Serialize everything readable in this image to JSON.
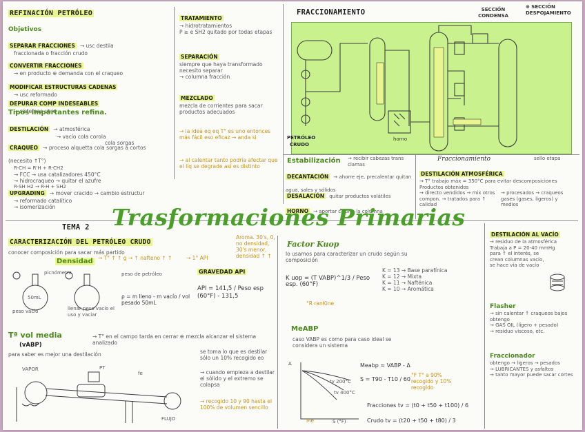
{
  "left_top": {
    "s1_title": "REFINACIÓN PETRÓLEO",
    "objetivos": "Objetivos",
    "obj1": "SEPARAR FRACCIONES",
    "obj1_note": "→ usc destila",
    "obj1_sub": "fraccionada o fracción crudo",
    "obj2": "CONVERTIR FRACCIONES",
    "obj2_sub": "→ en producto ⊕ demanda con el craqueo",
    "obj3": "MODIFICAR ESTRUCTURAS CADENAS",
    "obj3_sub": "→ usc reformado",
    "obj4": "DEPURAR COMP INDESEABLES",
    "obj4_sub": "→ sistemas ubre",
    "tipos": "Tipos importantes refina.",
    "dest": "DESTILACIÓN",
    "dest_a": "→ atmosférica",
    "dest_b": "→ vacío",
    "dest_c": "cola corola",
    "dest_d": "cola sorgas",
    "craq": "CRAQUEO",
    "craq_a": "→ proceso alquetta cola sorgas a cortos (necesito ↑T°)",
    "craq_b": "R-CH = R'H + R-CH2",
    "craq_c": "→ FCC → usa catalizadores 450°C",
    "craq_d": "→ hidrocraqueo → quitar el azufre",
    "craq_e": "R-SH H2 → R-H + SH2",
    "upg": "UPGRADING",
    "upg_a": "→ mover cracido → cambio estructur",
    "upg_b": "→ reformado catalítico",
    "upg_c": "→ isomerización"
  },
  "mid_top": {
    "trat": "TRATAMIENTO",
    "trat_a": "→ hidrotratamientos",
    "trat_b": "P ≥ e SH2 quitado por todas etapas",
    "sep": "SEPARACIÓN",
    "sep_a": "siempre que haya transformado necesito separar",
    "sep_b": "→ columna fracción",
    "mez": "MEZCLADO",
    "mez_a": "mezcla de corrientes para sacar productos adecuados",
    "note_a": "→ la idea eq eq T° es uno entonces más fácil eso eficaz → anda si",
    "note_b": "→ al calentar tanto podría afectar que el líq se degrade así es distinto"
  },
  "fracc": {
    "title": "FRACCIONAMIENTO",
    "seccion_condensa": "SECCIÓN CONDENSA",
    "seccion_despojo": "⊕ SECCIÓN DESPOJAMIENTO",
    "petroleo": "PETRÓLEO",
    "crudo": "CRUDO",
    "horno": "horno",
    "fracc_label": "Fraccionamiento",
    "estab": "Estabilización",
    "estab_note": "→ recibir cabezas trans clamas",
    "decant": "DECANTACIÓN",
    "decant_a": "→ ahorre eje, precalentar quitan agua, sales y sólidos",
    "desal": "DESALACIÓN",
    "desal_a": "quitar productos volátiles",
    "horno2": "HORNO",
    "horno2_a": "→ aportar calor a la columna",
    "dest_atm": "DESTILACIÓN ATMOSFÉRICA",
    "dest_atm_a": "→ T° trabajo máx = 350°C para evitar descomposiciones",
    "dest_atm_b": "Productos obtenidos",
    "dest_atm_c": "→ directo vendidos → mix otros compon. → tratados para ↑ calidad",
    "dest_atm_d": "→ procesados → craqueos gases (gases, ligeros) y medios",
    "sello": "sello etapa"
  },
  "title": {
    "tema": "TEMA 2",
    "main": "Trasformaciones Primarias"
  },
  "caract": {
    "title": "CARACTERIZACIÓN DEL PETRÓLEO CRUDO",
    "sub": "conocer composición para sacar más partido",
    "densidad": "Densidad",
    "dens_note": "→ T° ↑ ↑ g → ↑ nafteno ↑ ↑",
    "picnometro": "picnómetro",
    "ml50": "50mL",
    "peso_vacio": "peso vacío",
    "peso_lleno": "llenar peso vacío el uso y vaciar",
    "n3": "peso de petróleo",
    "formula": "ρ = m lleno - m vacío / vol pesado 50mL",
    "gravedad": "GRAVEDAD API",
    "grav_note": "→ 1° API",
    "api_eq": "API = 141,5 / Peso esp (60°F) - 131,5",
    "api_note": "Aroma. 30's, 0, no densidad, 30's menor, densidad ↑ ↑",
    "tv": "Tª vol media",
    "tv_sub": "(vABP)",
    "tv_a": "→ T° en el campo tarda en cerrar ⊕ mezcla alcanzar el sistema analizado",
    "tv_b": "para saber es mejor una destilación",
    "tv_c": "se toma lo que es destilar sólo un 10% recogido eo",
    "tv_d": "→ cuando empieza a destilar el sólido y el extremo se colapsa",
    "tv_e": "→ recogido 10 y 90 hasta el 100% de volumen sencillo",
    "hv": "VAPOR",
    "pt": "PT",
    "fe": "fe",
    "flujo": "FLUJO"
  },
  "kuop": {
    "title": "Factor Kuop",
    "sub": "lo usamos para caracterizar un crudo según su composición",
    "eq": "K uop = (T VABP)^1/3 / Peso esp. (60°F)",
    "eq_note": "°R ranKine",
    "k13": "K = 13 → Base parafínica",
    "k12": "K = 12 → Mixta",
    "k11": "K = 11 → Nafténica",
    "k10": "K = 10 → Aromática",
    "meabp": "MeABP",
    "meabp_a": "caso VABP es como para caso ideal se considera un sistema",
    "eq2": "Meabp ≈ VABP - Δ",
    "eq3": "S = T90 - T10 / 60",
    "eq3_note": "°F T° a 90% recogido y 10% recogido",
    "eq4": "Fracciones tv = (t0 + t50 + t100) / 6",
    "eq5": "Crudo tv = (t20 + t50 + t80) / 3",
    "axis_y": "Δ",
    "axis_x": "S (°F)",
    "curve_a": "tv 200°C",
    "curve_b": "tv 400°C",
    "me": "Me"
  },
  "right_col": {
    "dest_vac": "DESTILACIÓN AL VACÍO",
    "dest_vac_a": "→ residuo de la atmosférica",
    "dest_vac_b": "Trabaja a P = 20-40 mmHg",
    "dest_vac_c": "para ↑ el interés, se crean columnas vacío, se hace vía de vacío",
    "flasher": "Flasher",
    "flasher_a": "→ sin calentar ↑ craqueos bajos",
    "flasher_b": "obtengo",
    "flasher_c": "→ GAS OIL (ligero + pesado)",
    "flasher_d": "→ residuo viscoso, etc.",
    "fracc": "Fraccionador",
    "fracc_a": "obtengo → ligeros → pesados",
    "fracc_b": "→ LUBRICANTES y asfaltos",
    "fracc_c": "→ tanto mayor puede sacar cortes"
  },
  "colors": {
    "highlight": "#e9f58f",
    "panel": "#c9f28e",
    "title": "#4a9f2a",
    "orange": "#c7921a"
  }
}
